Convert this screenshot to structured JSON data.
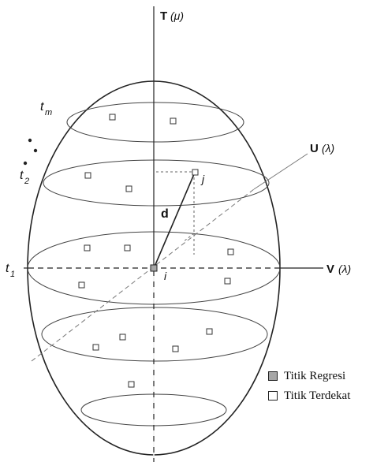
{
  "axes": {
    "t_label": "T",
    "t_param": "(μ)",
    "u_label": "U",
    "u_param": "(λ)",
    "v_label": "V",
    "v_param": "(λ)"
  },
  "time_labels": {
    "tm": "t",
    "tm_sub": "m",
    "t2": "t",
    "t2_sub": "2",
    "t1": "t",
    "t1_sub": "1"
  },
  "distance_label": "d",
  "point_i_label": "i",
  "point_j_label": "j",
  "legend": {
    "regression": "Titik Regresi",
    "nearest": "Titik Terdekat"
  },
  "colors": {
    "regression_fill": "#a6a6a6",
    "nearest_fill": "#ffffff",
    "line": "#222222",
    "guide": "#666666"
  }
}
